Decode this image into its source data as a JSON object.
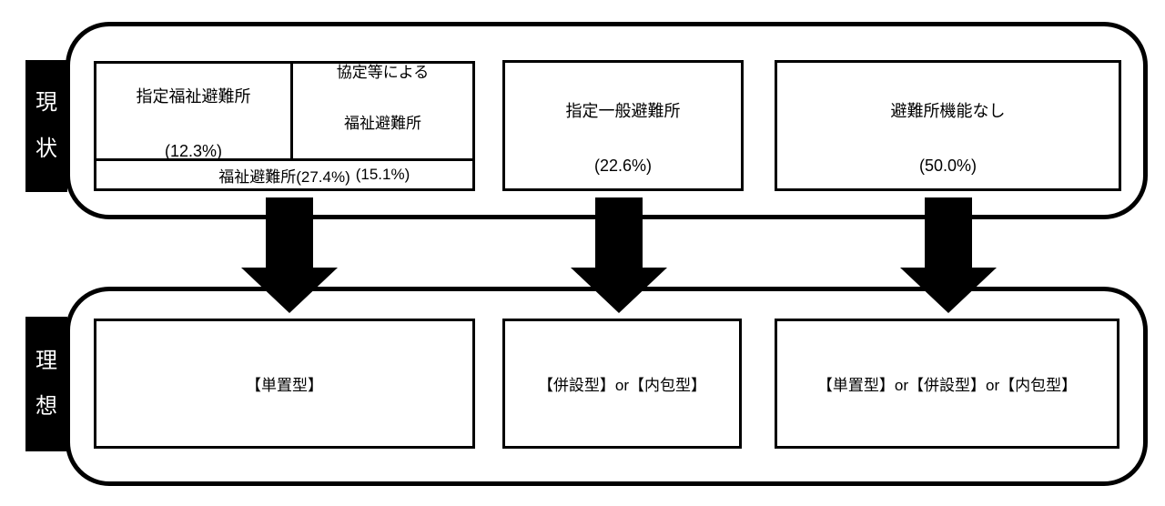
{
  "current": {
    "label": "現\n状",
    "composite": {
      "designated_name": "指定福祉避難所",
      "designated_value": "(12.3%)",
      "agreement_line1": "協定等による",
      "agreement_line2": "福祉避難所",
      "agreement_value": "(15.1%)",
      "total": "福祉避難所(27.4%)"
    },
    "general_name": "指定一般避難所",
    "general_value": "(22.6%)",
    "none_name": "避難所機能なし",
    "none_value": "(50.0%)"
  },
  "ideal": {
    "label": "理\n想",
    "standalone": "【単置型】",
    "annex_or_inclusive": "【併設型】or【内包型】",
    "all_types": "【単置型】or【併設型】or【内包型】"
  },
  "colors": {
    "foreground": "#000000",
    "background": "#ffffff"
  }
}
